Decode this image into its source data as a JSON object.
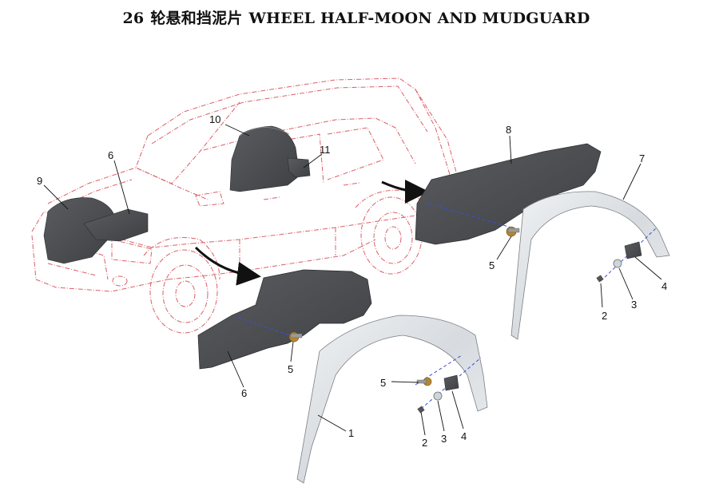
{
  "title": {
    "number": "26",
    "chinese": "轮悬和挡泥片",
    "english": "WHEEL HALF-MOON AND MUDGUARD"
  },
  "colors": {
    "car_outline": "#d9606a",
    "part_dark": "#4a4c4f",
    "part_light": "#dfe3e6",
    "leader_dashed": "#3b4fd6",
    "screw_gold": "#b8862e",
    "ink": "#111111"
  },
  "callouts": {
    "c10": "10",
    "c11": "11",
    "c6_top": "6",
    "c9": "9",
    "c8": "8",
    "c7": "7",
    "c5_right": "5",
    "c2_right": "2",
    "c3_right": "3",
    "c4_right": "4",
    "c5_left": "5",
    "c6_bottom": "6",
    "c1": "1",
    "c5_mid": "5",
    "c2_mid": "2",
    "c3_mid": "3",
    "c4_mid": "4"
  }
}
